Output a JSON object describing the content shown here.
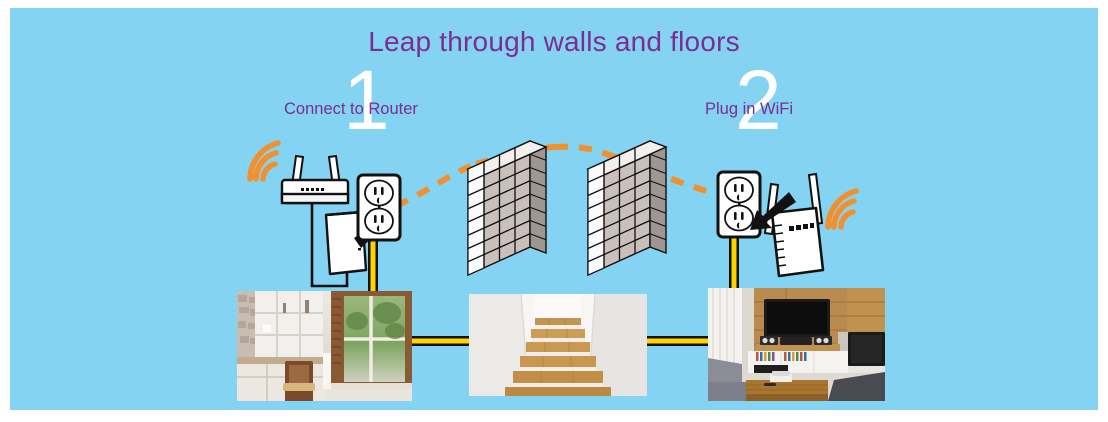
{
  "page": {
    "background_color": "#84d3f2",
    "frame_color": "#ffffff",
    "title": "Leap through walls and floors",
    "title_color": "#7b2d92"
  },
  "steps": [
    {
      "number": "1",
      "label": "Connect to Router",
      "number_color": "#ffffff",
      "label_color": "#7b2d92"
    },
    {
      "number": "2",
      "label": "Plug in WiFi",
      "number_color": "#ffffff",
      "label_color": "#7b2d92"
    }
  ],
  "devices": {
    "router": {
      "name": "wireless-router",
      "antennas": 2,
      "body_color": "#ffffff",
      "outline_color": "#111111"
    },
    "powerline_adapter": {
      "name": "powerline-adapter",
      "body_color": "#ffffff",
      "outline_color": "#111111"
    },
    "wifi_extender": {
      "name": "wifi-range-extender",
      "antennas": 2,
      "body_color": "#ffffff",
      "outline_color": "#111111"
    },
    "outlet_left": {
      "name": "wall-outlet-left",
      "sockets": 2,
      "plate_color": "#ffffff"
    },
    "outlet_right": {
      "name": "wall-outlet-right",
      "sockets": 2,
      "plate_color": "#ffffff"
    }
  },
  "signals": {
    "wifi_arc_color": "#f1902d",
    "dashed_signal_color": "#f1902d",
    "powerline_cable_color": "#ffd400",
    "powerline_cable_outline": "#111111"
  },
  "walls": {
    "count": 2,
    "brick_face_color": "#c9c0bb",
    "brick_top_color": "#f2efed",
    "brick_side_color": "#9e9691",
    "mortar_color": "#111111",
    "rows": 8,
    "columns": 4
  },
  "photos": [
    {
      "name": "photo-home-office",
      "description": "home office with white shelving, wooden chair and shuttered window"
    },
    {
      "name": "photo-staircase",
      "description": "wooden staircase between white walls"
    },
    {
      "name": "photo-living-room",
      "description": "living room with wall-mounted TV, media console and grey sofa"
    }
  ]
}
